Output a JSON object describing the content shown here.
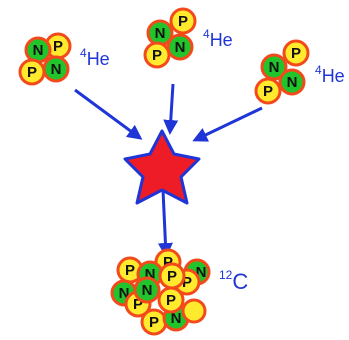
{
  "colors": {
    "proton_fill": "#ffea2e",
    "proton_ring": "#f34a1c",
    "neutron_fill": "#22c42b",
    "neutron_ring": "#f34a1c",
    "arrow": "#1f35d6",
    "star_fill": "#ee1c26",
    "star_stroke": "#1f35d6",
    "label": "#1f35d6"
  },
  "nuclei": {
    "he_left": {
      "mass_number": "4",
      "element": "He",
      "letters": [
        "P",
        "N",
        "P",
        "N"
      ]
    },
    "he_middle": {
      "mass_number": "4",
      "element": "He",
      "letters": [
        "P",
        "N",
        "P",
        "N"
      ]
    },
    "he_right": {
      "mass_number": "4",
      "element": "He",
      "letters": [
        "P",
        "N",
        "P",
        "N"
      ]
    },
    "carbon": {
      "mass_number": "12",
      "element": "C",
      "letters": [
        "P",
        "N",
        "P",
        "N",
        "N",
        "P",
        "P",
        "N",
        "P",
        "P",
        "N",
        "P"
      ]
    }
  },
  "icons": {
    "fusion": "star-icon",
    "flow": "arrow-icon"
  }
}
